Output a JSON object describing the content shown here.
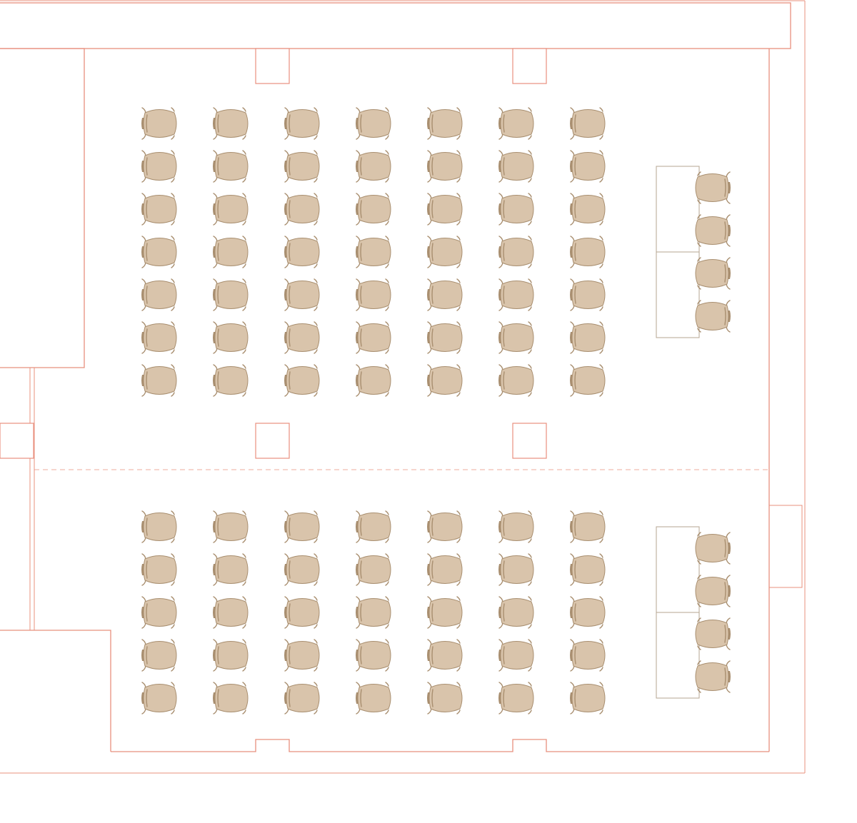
{
  "colors": {
    "wall": "#e8907e",
    "chair": "#d9c4ab",
    "chair_edge": "#a98f70",
    "table_edge": "#b5a590"
  },
  "layout": {
    "sections": [
      {
        "name": "upper-section",
        "rows": 7,
        "cols": 7
      },
      {
        "name": "lower-section",
        "rows": 5,
        "cols": 7
      }
    ],
    "presenter_tables": [
      {
        "name": "upper-presenter-table",
        "tables": 2,
        "chairs": 4
      },
      {
        "name": "lower-presenter-table",
        "tables": 2,
        "chairs": 4
      }
    ]
  }
}
